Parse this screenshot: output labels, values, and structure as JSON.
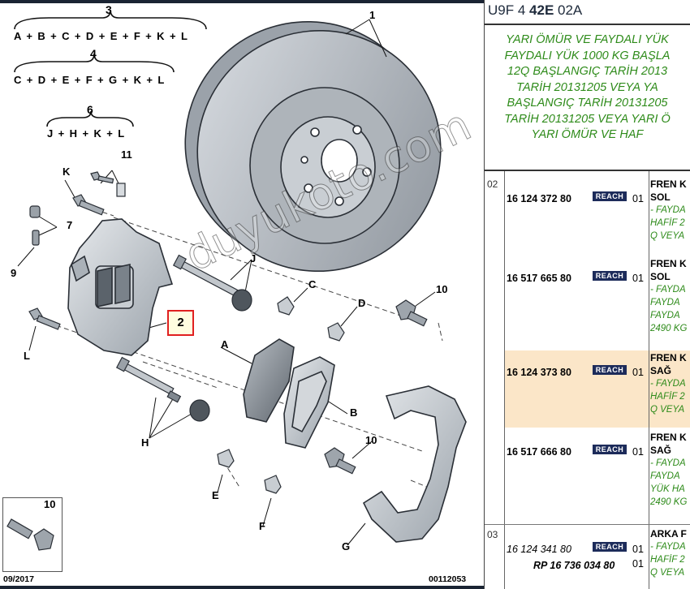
{
  "diagram": {
    "groups": [
      {
        "number": "3",
        "formula": "A + B + C + D + E + F + K + L"
      },
      {
        "number": "4",
        "formula": "C + D + E + F + G + K + L"
      },
      {
        "number": "6",
        "formula": "J + H + K + L"
      }
    ],
    "callouts": {
      "disc": "1",
      "caliper": "2",
      "bleed_screws": "7",
      "bleed_cap": "9",
      "clip": "11",
      "bolt_k": "K",
      "bolt_l": "L",
      "guide_pins_j": "J",
      "guide_pins_h": "H",
      "spring_c": "C",
      "spring_d": "D",
      "spring_e": "E",
      "spring_f": "F",
      "pad_a": "A",
      "pad_b": "B",
      "bolt_10_upper": "10",
      "bolt_10_lower": "10",
      "carrier_g": "G",
      "inset_bolt": "10"
    },
    "footer_date": "09/2017",
    "footer_ref": "00112053"
  },
  "watermark": "duyukoto.com",
  "panel": {
    "code_prefix": "U9F 4 ",
    "code_bold": "42E",
    "code_suffix": " 02A",
    "notes": [
      "YARI ÖMÜR VE FAYDALI YÜK",
      "FAYDALI YÜK 1000 KG BAŞLA",
      "12Q BAŞLANGIÇ TARİH 2013",
      "TARİH 20131205 VEYA YA",
      "BAŞLANGIÇ TARİH 20131205",
      "TARİH 20131205 VEYA YARI Ö",
      "YARI ÖMÜR VE HAF"
    ],
    "groups": [
      {
        "label": "02",
        "rows": [
          {
            "part": "16 124 372 80",
            "badge": "REACH",
            "qty": "01",
            "title": "FREN K",
            "side": "SOL",
            "notes": [
              "- FAYDA",
              "HAFİF 2",
              "Q VEYA"
            ]
          },
          {
            "part": "16 517 665 80",
            "badge": "REACH",
            "qty": "01",
            "title": "FREN K",
            "side": "SOL",
            "notes": [
              "- FAYDA",
              "FAYDA",
              "FAYDA",
              "2490 KG"
            ]
          },
          {
            "part": "16 124 373 80",
            "badge": "REACH",
            "qty": "01",
            "title": "FREN K",
            "side": "SAĞ",
            "notes": [
              "- FAYDA",
              "HAFİF 2",
              "Q VEYA"
            ]
          },
          {
            "part": "16 517 666 80",
            "badge": "REACH",
            "qty": "01",
            "title": "FREN K",
            "side": "SAĞ",
            "notes": [
              "- FAYDA",
              "FAYDA",
              "YÜK HA",
              "2490 KG"
            ]
          }
        ]
      },
      {
        "label": "03",
        "rows": [
          {
            "part": "16 124 341 80",
            "badge": "REACH",
            "qty": "01",
            "title": "ARKA F",
            "notes": [
              "- FAYDA"
            ]
          },
          {
            "part": "RP 16 736 034 80",
            "badge": "",
            "qty": "01",
            "title": "",
            "notes": [
              "HAFİF 2",
              "Q VEYA"
            ]
          }
        ]
      }
    ]
  }
}
